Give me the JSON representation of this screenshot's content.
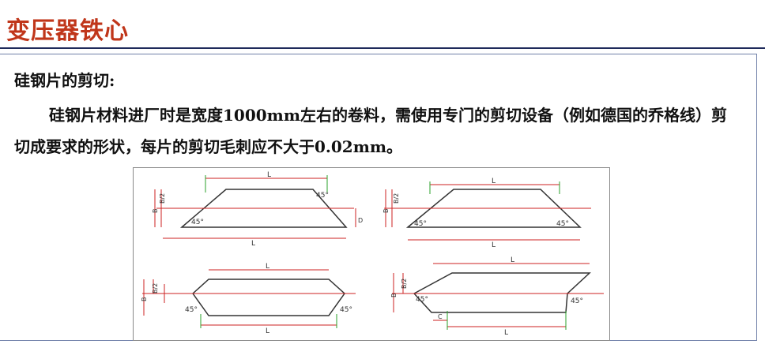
{
  "header": {
    "title": "变压器铁心"
  },
  "section": {
    "subtitle": "硅钢片的剪切:",
    "paragraph": "硅钢片材料进厂时是宽度1000mm左右的卷料，需使用专门的剪切设备（例如德国的乔格线）剪切成要求的形状，每片的剪切毛刺应不大于0.02mm。"
  },
  "figure": {
    "label_l": "L",
    "label_half_b": "B/2",
    "label_b": "B",
    "label_angle": "45°",
    "label_d": "D",
    "label_c": "C"
  },
  "colors": {
    "title": "#c0361a",
    "outline": "#333333",
    "dim": "#cc2222",
    "ext": "#2aa02a"
  }
}
